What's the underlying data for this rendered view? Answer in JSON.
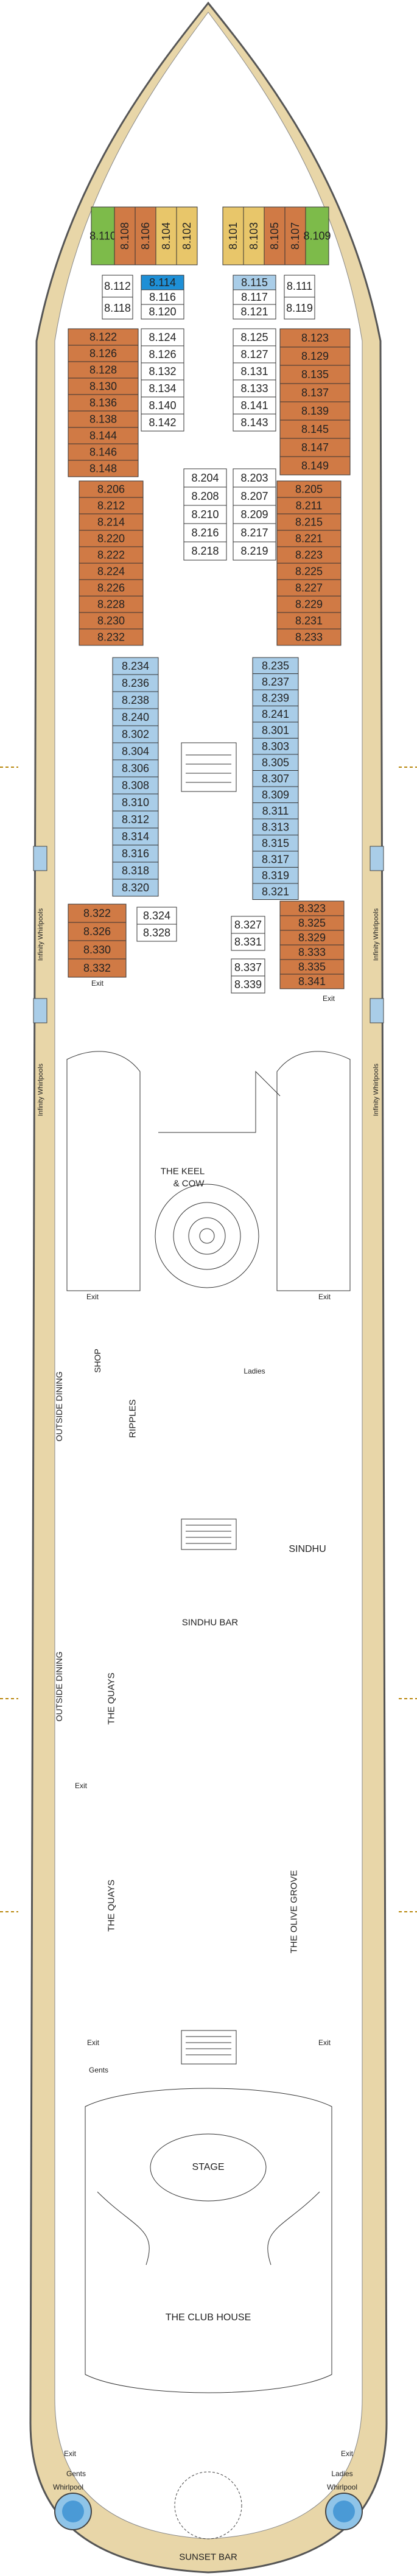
{
  "cabins_fwd_top": [
    "8.110",
    "8.108",
    "8.106",
    "8.104",
    "8.102",
    "8.101",
    "8.103",
    "8.105",
    "8.107",
    "8.109"
  ],
  "cabins_fwd_mid": [
    "8.114",
    "8.116",
    "8.120",
    "8.115",
    "8.117",
    "8.121",
    "8.112",
    "8.118",
    "8.111",
    "8.119"
  ],
  "cabins_left_orange": [
    "8.122",
    "8.126",
    "8.128",
    "8.130",
    "8.136",
    "8.138",
    "8.144",
    "8.146",
    "8.148"
  ],
  "cabins_center_left": [
    "8.124",
    "8.126",
    "8.132",
    "8.134",
    "8.140",
    "8.142"
  ],
  "cabins_center_right": [
    "8.125",
    "8.127",
    "8.131",
    "8.133",
    "8.141",
    "8.143"
  ],
  "cabins_right_orange": [
    "8.123",
    "8.129",
    "8.135",
    "8.137",
    "8.139",
    "8.145",
    "8.147",
    "8.149"
  ],
  "cabins_center2_left": [
    "8.204",
    "8.208",
    "8.210",
    "8.216",
    "8.218"
  ],
  "cabins_center2_right": [
    "8.203",
    "8.207",
    "8.209",
    "8.217",
    "8.219"
  ],
  "cabins_left_aft": [
    "8.206",
    "8.212",
    "8.214",
    "8.220",
    "8.222",
    "8.224",
    "8.226",
    "8.228",
    "8.230",
    "8.232"
  ],
  "cabins_right_aft": [
    "8.205",
    "8.211",
    "8.215",
    "8.221",
    "8.223",
    "8.225",
    "8.227",
    "8.229",
    "8.231",
    "8.233"
  ],
  "cabins_left_blue": [
    "8.234",
    "8.236",
    "8.238",
    "8.240",
    "8.302",
    "8.304",
    "8.306",
    "8.308",
    "8.310",
    "8.312",
    "8.314",
    "8.316",
    "8.318",
    "8.320"
  ],
  "cabins_right_blue": [
    "8.235",
    "8.237",
    "8.239",
    "8.241",
    "8.301",
    "8.303",
    "8.305",
    "8.307",
    "8.309",
    "8.311",
    "8.313",
    "8.315",
    "8.317",
    "8.319",
    "8.321"
  ],
  "cabins_left_end": [
    "8.322",
    "8.326",
    "8.330",
    "8.332"
  ],
  "cabins_right_end": [
    "8.323",
    "8.325",
    "8.329",
    "8.333",
    "8.335",
    "8.341"
  ],
  "cabins_center3": [
    "8.324",
    "8.328",
    "8.327",
    "8.331",
    "8.337",
    "8.339"
  ],
  "venues": {
    "keel": "THE KEEL",
    "cow": "& COW",
    "ripples": "RIPPLES",
    "shop": "SHOP",
    "sindhu": "SINDHU",
    "sindhu_bar": "SINDHU BAR",
    "quays_1": "THE QUAYS",
    "quays_2": "THE QUAYS",
    "olive": "THE OLIVE GROVE",
    "stage": "STAGE",
    "club": "THE CLUB HOUSE",
    "sunset": "SUNSET BAR",
    "outside_1": "OUTSIDE DINING",
    "outside_2": "OUTSIDE DINING"
  },
  "facilities": {
    "exit": "Exit",
    "gents": "Gents",
    "ladies": "Ladies",
    "whirlpool": "Whirlpool",
    "infinity": "Infinity Whirlpools"
  },
  "colors": {
    "deck_wood": "#e8d6a8",
    "hull_outline": "#555555",
    "cabin_orange": "#d07a45",
    "cabin_blue": "#a9cde8",
    "cabin_yellow": "#e8c66a",
    "cabin_green": "#7dbb4a",
    "cabin_white": "#ffffff",
    "highlight_blue": "#1e8fd6",
    "interior": "#ffffff"
  }
}
